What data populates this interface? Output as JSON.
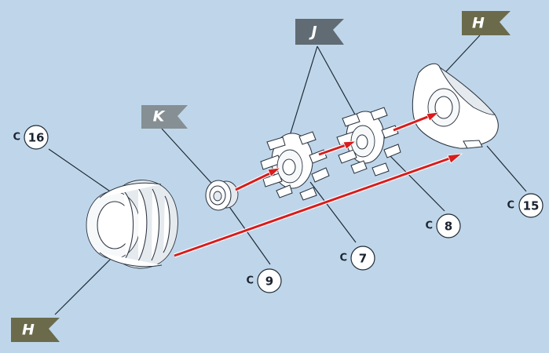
{
  "callouts": {
    "part_16": {
      "prefix": "C",
      "number": "16"
    },
    "part_9": {
      "prefix": "C",
      "number": "9"
    },
    "part_7": {
      "prefix": "C",
      "number": "7"
    },
    "part_8": {
      "prefix": "C",
      "number": "8"
    },
    "part_15": {
      "prefix": "C",
      "number": "15"
    }
  },
  "flags": {
    "flag_h_top": {
      "label": "H",
      "color": "#6b6b4c"
    },
    "flag_j": {
      "label": "J",
      "color": "#616b73"
    },
    "flag_k": {
      "label": "K",
      "color": "#868f93"
    },
    "flag_h_bottom": {
      "label": "H",
      "color": "#6b6b4c"
    }
  }
}
